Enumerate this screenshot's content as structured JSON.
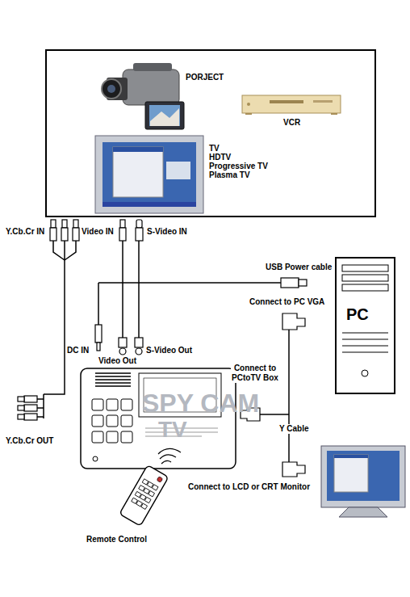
{
  "diagram": {
    "nodes": [
      {
        "text": [
          "PC"
        ]
      }
    ],
    "labels": [
      "PORJECT",
      "VCR",
      "TV",
      "HDTV",
      "Progressive TV",
      "Plasma TV",
      "Y.Cb.Cr IN",
      "Video IN",
      "S-Video IN",
      "USB Power cable",
      "Connect to PC VGA",
      "DC IN",
      "Video Out",
      "S-Video Out",
      "Connect to PCtoTV Box",
      "SPY CAM",
      "TV",
      "Y Cable",
      "Y.Cb.Cr OUT",
      "Connect to LCD or CRT Monitor",
      "Remote Control"
    ]
  }
}
